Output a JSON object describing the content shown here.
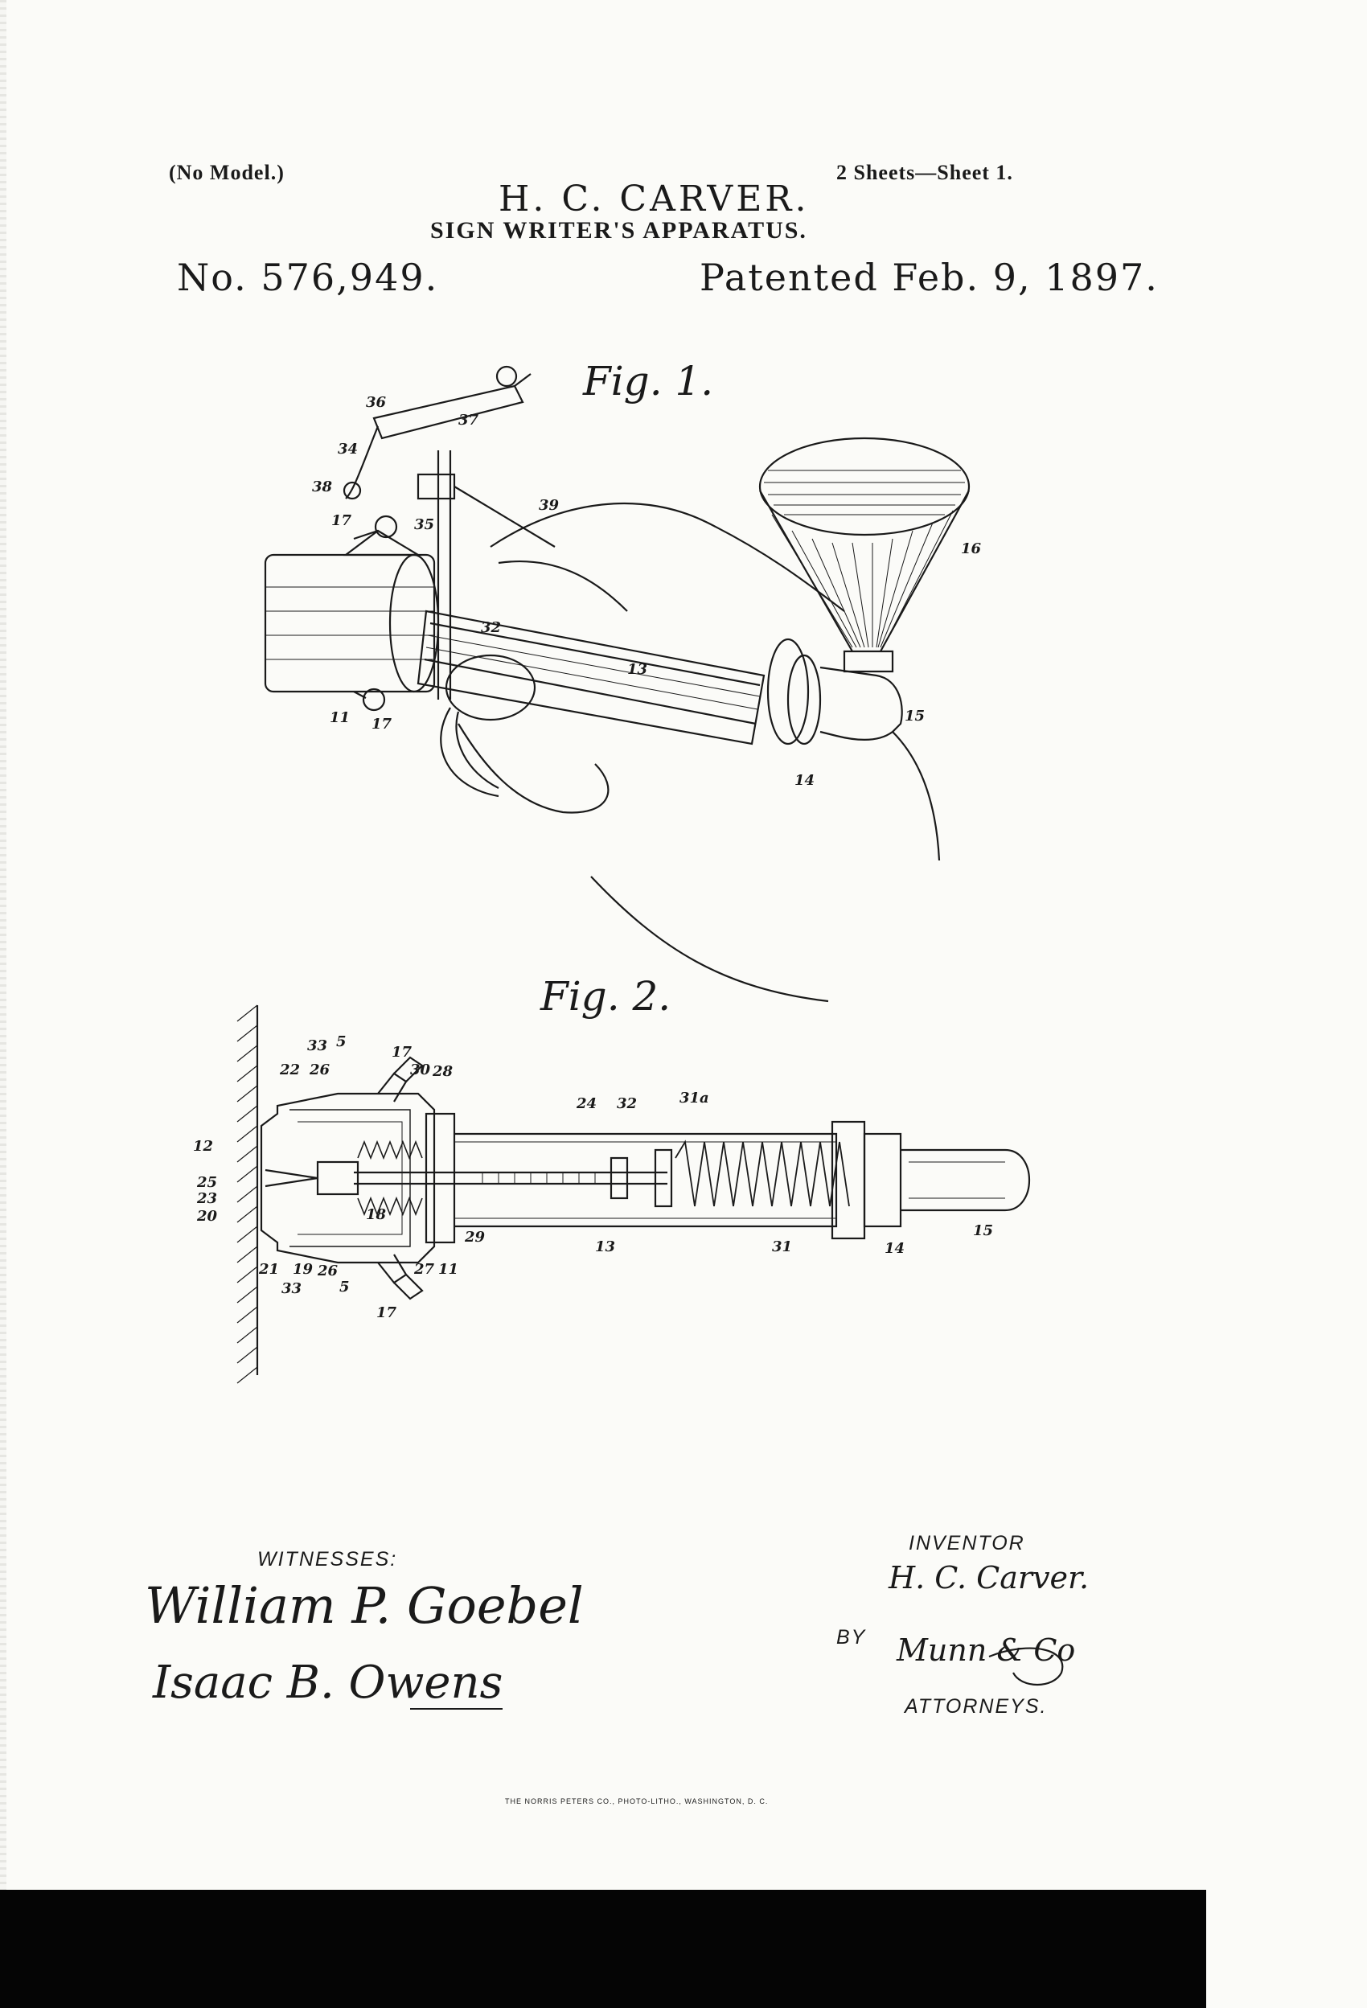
{
  "header": {
    "model_note": "(No Model.)",
    "sheets": "2 Sheets—Sheet 1.",
    "inventor_name": "H. C. CARVER.",
    "title": "SIGN WRITER'S APPARATUS.",
    "patent_no": "No. 576,949.",
    "patented": "Patented Feb. 9, 1897."
  },
  "figures": {
    "fig1_label": "Fig. 1.",
    "fig2_label": "Fig. 2.",
    "fig1_refs": [
      "36",
      "37",
      "34",
      "38",
      "17",
      "35",
      "39",
      "16",
      "32",
      "13",
      "11",
      "17",
      "14",
      "15"
    ],
    "fig2_refs": [
      "33",
      "5",
      "17",
      "30",
      "28",
      "22",
      "26",
      "24",
      "32",
      "31a",
      "12",
      "25",
      "23",
      "20",
      "18",
      "29",
      "13",
      "31",
      "14",
      "15",
      "21",
      "19",
      "26",
      "33",
      "5",
      "27",
      "11",
      "17"
    ]
  },
  "footer": {
    "witnesses_label": "WITNESSES:",
    "witness1": "William P. Goebel",
    "witness2": "Isaac B. Owens",
    "inventor_label": "INVENTOR",
    "inventor_sig": "H. C. Carver.",
    "by_label": "BY",
    "attorney_sig": "Munn & Co",
    "attorneys_label": "ATTORNEYS.",
    "printer": "THE NORRIS PETERS CO., PHOTO-LITHO., WASHINGTON, D. C."
  }
}
